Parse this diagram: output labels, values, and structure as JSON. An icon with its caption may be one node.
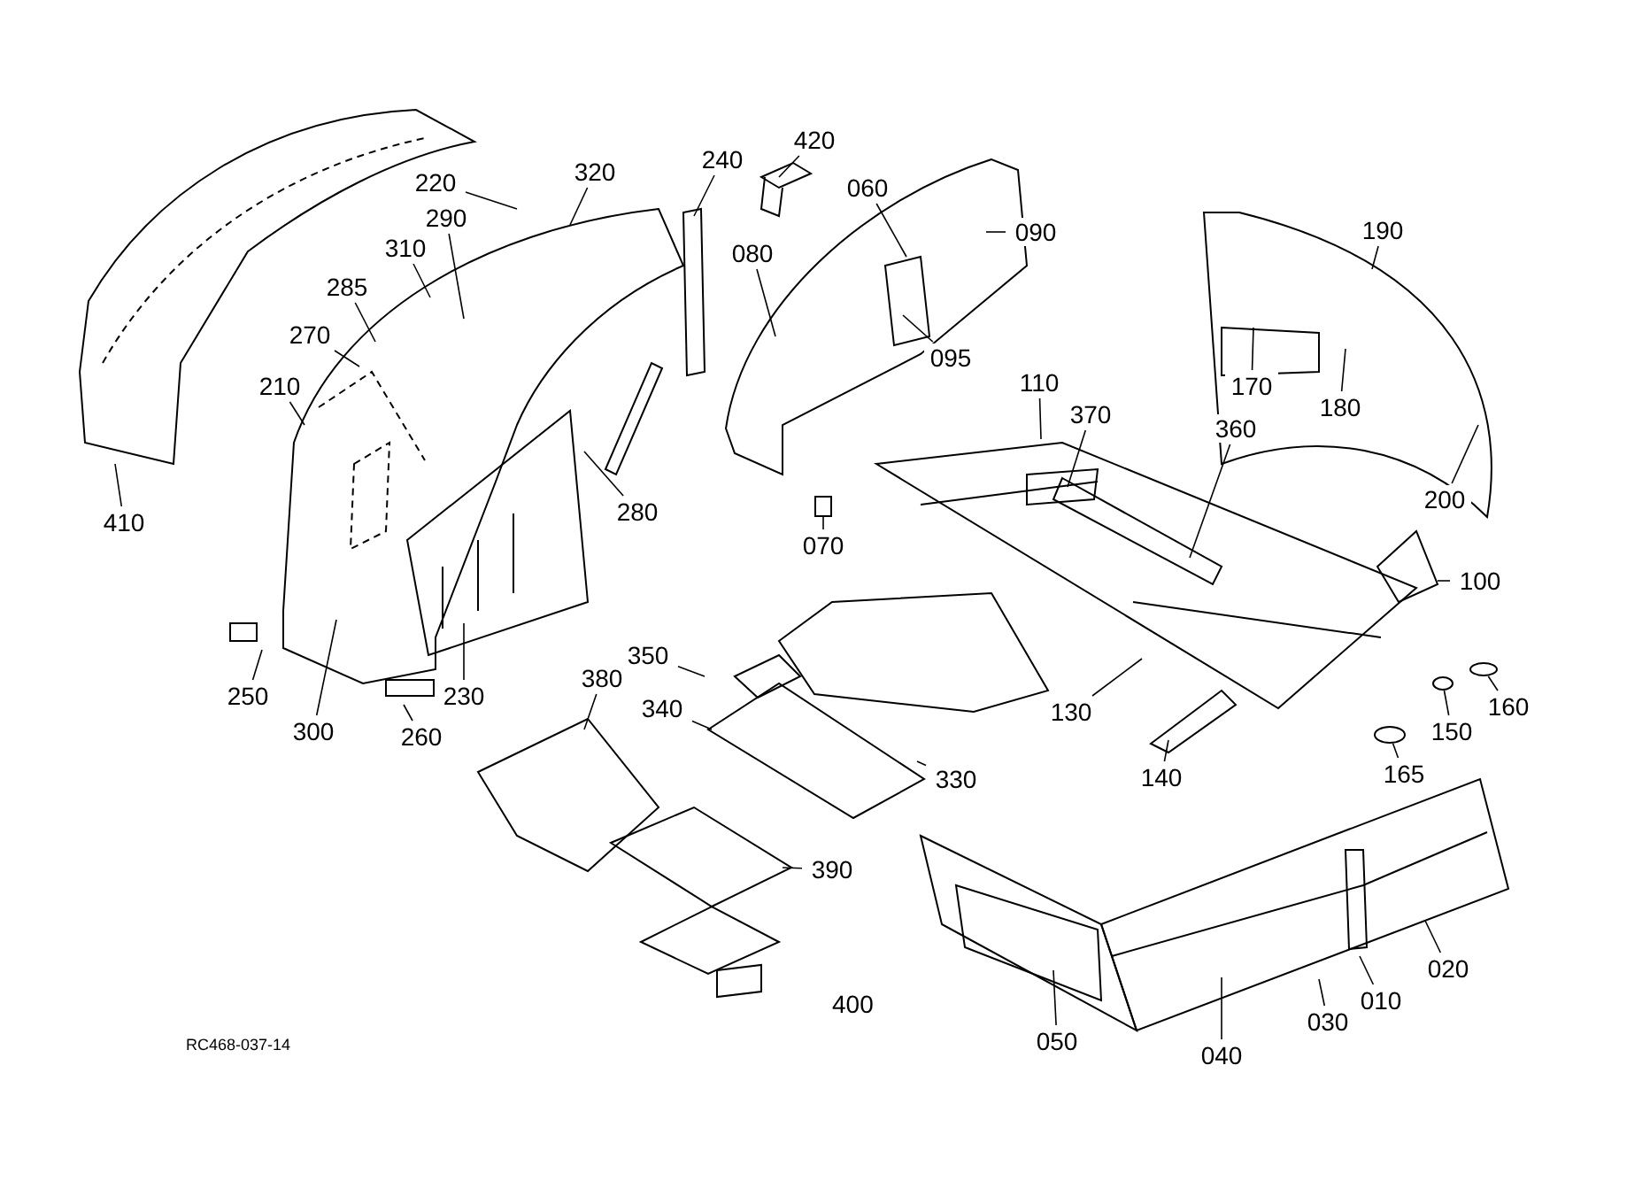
{
  "diagram": {
    "nodes": [
      {
        "text": [
          "410"
        ]
      },
      {
        "text": [
          "220"
        ]
      },
      {
        "text": [
          "320"
        ]
      },
      {
        "text": [
          "240"
        ]
      },
      {
        "text": [
          "420"
        ]
      },
      {
        "text": [
          "060"
        ]
      },
      {
        "text": [
          "090"
        ]
      },
      {
        "text": [
          "290"
        ]
      },
      {
        "text": [
          "310"
        ]
      },
      {
        "text": [
          "285"
        ]
      },
      {
        "text": [
          "270"
        ]
      },
      {
        "text": [
          "210"
        ]
      },
      {
        "text": [
          "080"
        ]
      },
      {
        "text": [
          "095"
        ]
      },
      {
        "text": [
          "190"
        ]
      },
      {
        "text": [
          "110"
        ]
      },
      {
        "text": [
          "370"
        ]
      },
      {
        "text": [
          "360"
        ]
      },
      {
        "text": [
          "170"
        ]
      },
      {
        "text": [
          "180"
        ]
      },
      {
        "text": [
          "200"
        ]
      },
      {
        "text": [
          "280"
        ]
      },
      {
        "text": [
          "070"
        ]
      },
      {
        "text": [
          "100"
        ]
      },
      {
        "text": [
          "130"
        ]
      },
      {
        "text": [
          "160"
        ]
      },
      {
        "text": [
          "150"
        ]
      },
      {
        "text": [
          "165"
        ]
      },
      {
        "text": [
          "140"
        ]
      },
      {
        "text": [
          "250"
        ]
      },
      {
        "text": [
          "300"
        ]
      },
      {
        "text": [
          "230"
        ]
      },
      {
        "text": [
          "260"
        ]
      },
      {
        "text": [
          "350"
        ]
      },
      {
        "text": [
          "380"
        ]
      },
      {
        "text": [
          "340"
        ]
      },
      {
        "text": [
          "330"
        ]
      },
      {
        "text": [
          "390"
        ]
      },
      {
        "text": [
          "050"
        ]
      },
      {
        "text": [
          "040"
        ]
      },
      {
        "text": [
          "030"
        ]
      },
      {
        "text": [
          "010"
        ]
      },
      {
        "text": [
          "020"
        ]
      },
      {
        "text": [],
        "shape": "box"
      },
      {
        "text": [],
        "shape": "circle"
      },
      {
        "text": [],
        "shape": "circle"
      },
      {
        "text": [],
        "shape": "circle"
      }
    ],
    "edges": [
      {
        "from": 0,
        "to": null,
        "arrow": "none"
      },
      {
        "from": 1,
        "to": null,
        "arrow": "none"
      },
      {
        "from": 2,
        "to": null,
        "arrow": "none"
      },
      {
        "from": 3,
        "to": null,
        "arrow": "none"
      },
      {
        "from": 4,
        "to": null,
        "arrow": "none"
      },
      {
        "from": 5,
        "to": null,
        "arrow": "none"
      },
      {
        "from": 6,
        "to": null,
        "arrow": "none"
      },
      {
        "from": 7,
        "to": null,
        "arrow": "none"
      },
      {
        "from": 8,
        "to": null,
        "arrow": "none"
      },
      {
        "from": 9,
        "to": null,
        "arrow": "none"
      },
      {
        "from": 10,
        "to": null,
        "arrow": "none"
      },
      {
        "from": 11,
        "to": null,
        "arrow": "none"
      },
      {
        "from": 12,
        "to": null,
        "arrow": "none"
      },
      {
        "from": 13,
        "to": null,
        "arrow": "none"
      },
      {
        "from": 14,
        "to": null,
        "arrow": "none"
      },
      {
        "from": 15,
        "to": null,
        "arrow": "none"
      },
      {
        "from": 16,
        "to": null,
        "arrow": "none"
      },
      {
        "from": 17,
        "to": null,
        "arrow": "none"
      },
      {
        "from": 18,
        "to": null,
        "arrow": "none"
      },
      {
        "from": 19,
        "to": null,
        "arrow": "none"
      },
      {
        "from": 20,
        "to": null,
        "arrow": "none"
      },
      {
        "from": 21,
        "to": null,
        "arrow": "none"
      },
      {
        "from": 22,
        "to": 43,
        "arrow": "none"
      },
      {
        "from": 23,
        "to": null,
        "arrow": "none"
      },
      {
        "from": 24,
        "to": null,
        "arrow": "none"
      },
      {
        "from": 25,
        "to": 44,
        "arrow": "none"
      },
      {
        "from": 26,
        "to": 45,
        "arrow": "none"
      },
      {
        "from": 27,
        "to": 46,
        "arrow": "none"
      },
      {
        "from": 28,
        "to": null,
        "arrow": "none"
      },
      {
        "from": 29,
        "to": null,
        "arrow": "none"
      },
      {
        "from": 30,
        "to": null,
        "arrow": "none"
      },
      {
        "from": 31,
        "to": null,
        "arrow": "none"
      },
      {
        "from": 32,
        "to": null,
        "arrow": "none"
      },
      {
        "from": 33,
        "to": null,
        "arrow": "none"
      },
      {
        "from": 34,
        "to": null,
        "arrow": "none"
      },
      {
        "from": 35,
        "to": null,
        "arrow": "none"
      },
      {
        "from": 36,
        "to": null,
        "arrow": "none"
      },
      {
        "from": 37,
        "to": null,
        "arrow": "none"
      },
      {
        "from": 38,
        "to": null,
        "arrow": "none"
      },
      {
        "from": 39,
        "to": null,
        "arrow": "none"
      },
      {
        "from": 40,
        "to": null,
        "arrow": "none"
      },
      {
        "from": 41,
        "to": null,
        "arrow": "none"
      },
      {
        "from": 42,
        "to": null,
        "arrow": "none"
      }
    ],
    "labels": [
      "400",
      "RC468-037-14"
    ]
  }
}
